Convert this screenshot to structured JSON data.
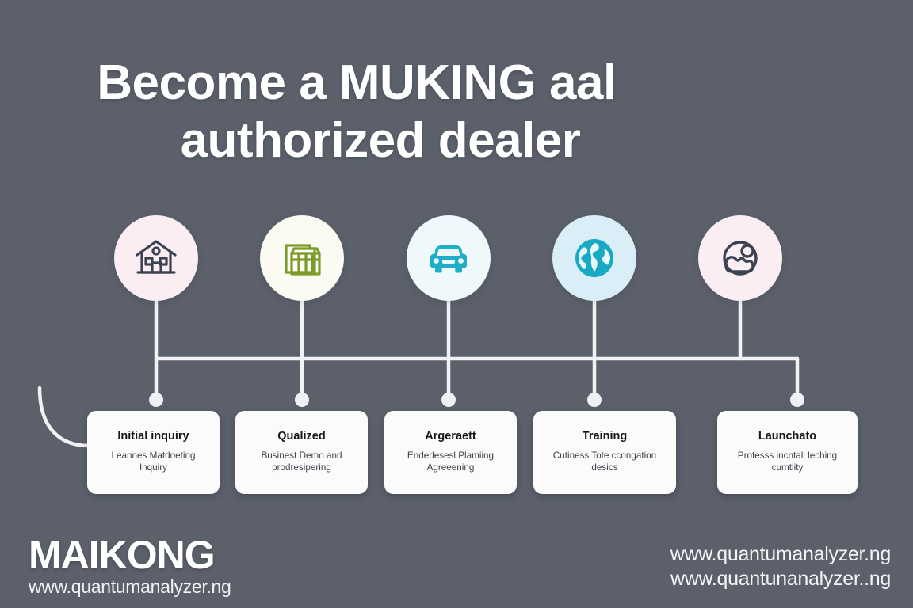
{
  "background_color": "#5b606b",
  "headline": {
    "line1": "Become a MUKING aal",
    "line2": "authorized dealer"
  },
  "steps": [
    {
      "icon": "house-icon",
      "icon_color": "#3b4252",
      "bubble_color": "#fbeef2",
      "title": "Initial inquiry",
      "desc_line1": "Leannes Matdoeting",
      "desc_line2": "Inquiry"
    },
    {
      "icon": "storefront-icon",
      "icon_color": "#7d9b2a",
      "bubble_color": "#fafbf2",
      "title": "Qualized",
      "desc_line1": "Businest Demo and",
      "desc_line2": "prodresipering"
    },
    {
      "icon": "car-icon",
      "icon_color": "#1eafc6",
      "bubble_color": "#eff8fb",
      "title": "Argeraett",
      "desc_line1": "Enderlesesl Plamiing",
      "desc_line2": "Agreeening"
    },
    {
      "icon": "globe-icon",
      "icon_color": "#18a9c4",
      "bubble_color": "#d9eef6",
      "title": "Training",
      "desc_line1": "Cutiness Tote ccongation",
      "desc_line2": "desics"
    },
    {
      "icon": "landscape-image-icon",
      "icon_color": "#3b4252",
      "bubble_color": "#fbeef3",
      "title": "Launchato",
      "desc_line1": "Professs incntall leching",
      "desc_line2": "cumtlity"
    }
  ],
  "footer": {
    "brand": "MAIKONG",
    "brand_url": "www.quantumanalyzer.ng",
    "url_line1": "www.quantumanalyzer.ng",
    "url_line2": "www.quantunanalyzer..ng"
  },
  "connector": {
    "line_color": "#f2f2f4",
    "node_color": "#eef1f3"
  }
}
